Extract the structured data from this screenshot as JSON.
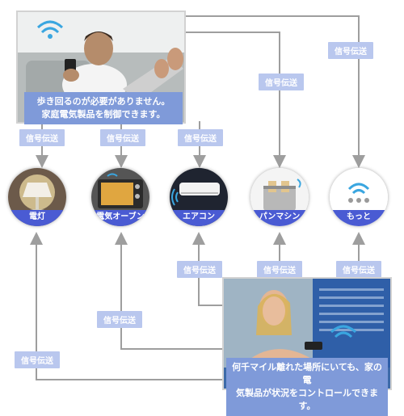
{
  "top_caption": {
    "line1": "歩き回るのが必要がありません。",
    "line2": "家庭電気製品を制御できます。"
  },
  "bottom_caption": {
    "line1": "何千マイル離れた場所にいても、家の電",
    "line2": "気製品が状況をコントロールできます。"
  },
  "signal_label": "信号伝送",
  "devices": [
    {
      "label": "電灯",
      "icon": "lamp-icon"
    },
    {
      "label": "電気オーブン",
      "icon": "oven-icon"
    },
    {
      "label": "エアコン",
      "icon": "air-conditioner-icon"
    },
    {
      "label": "パンマシン",
      "icon": "toaster-icon"
    },
    {
      "label": "もっと",
      "icon": "more-icon"
    }
  ],
  "colors": {
    "caption_bg": "#7f9ad9",
    "signal_bg": "#b9c7ee",
    "device_label_bg": "#4a5bd3",
    "arrow": "#9e9e9e"
  }
}
